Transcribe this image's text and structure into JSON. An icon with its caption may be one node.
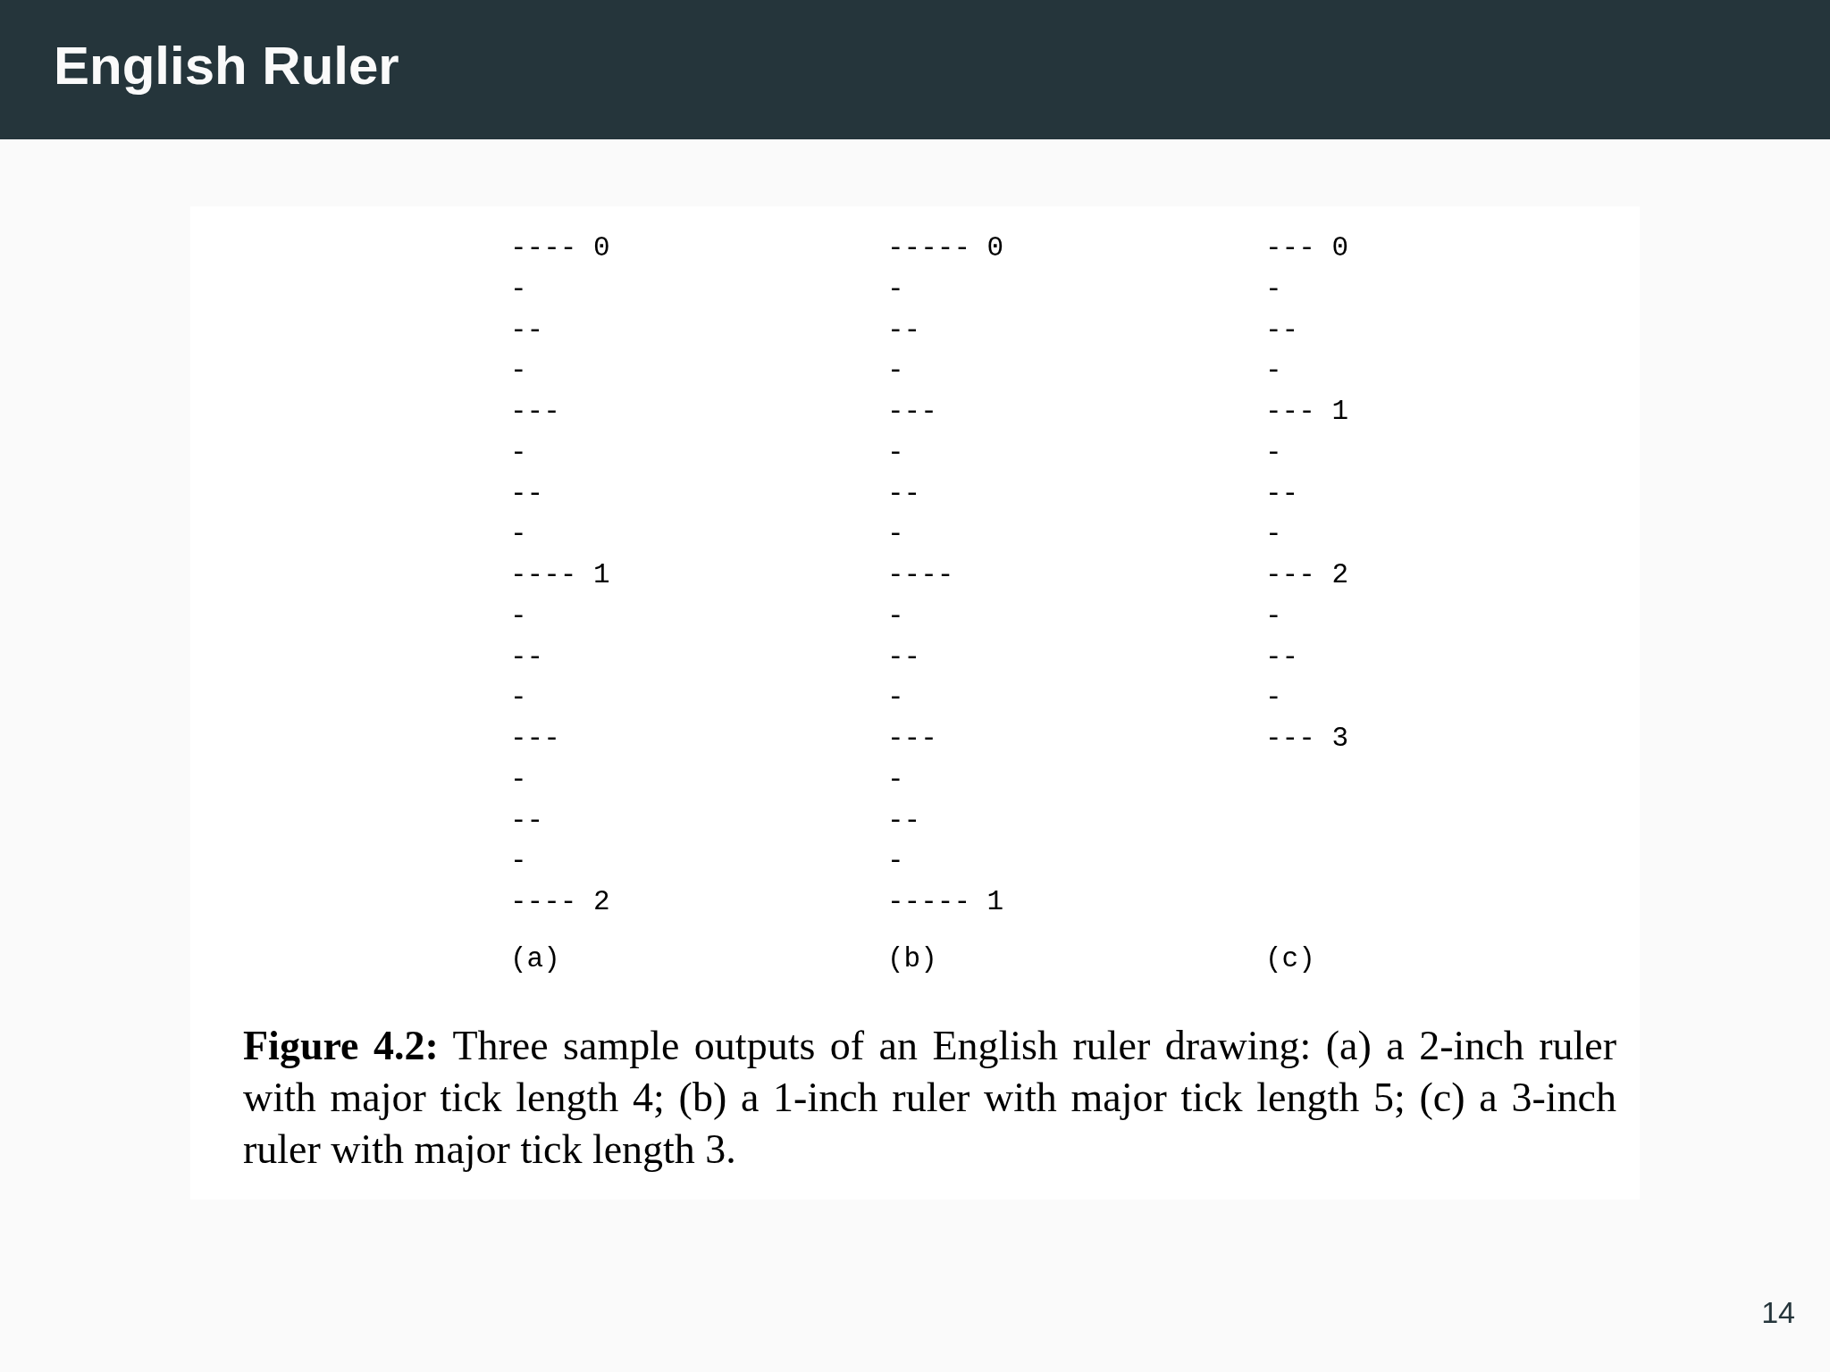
{
  "diagram": {
    "title": "English Ruler",
    "caption": "**Figure 4.2:** Three sample outputs of an English ruler drawing: (a) a 2-inch ruler with major tick length 4; (b) a 1-inch ruler with major tick length 5; (c) a 3-inch ruler with major tick length 3.",
    "labels": [
      "---- 0",
      "-",
      "--",
      "-",
      "---",
      "-",
      "--",
      "-",
      "---- 1",
      "-",
      "--",
      "-",
      "---",
      "-",
      "--",
      "-",
      "---- 2",
      "(a)",
      "----- 0",
      "-",
      "--",
      "-",
      "---",
      "-",
      "--",
      "-",
      "----",
      "-",
      "--",
      "-",
      "---",
      "-",
      "--",
      "-",
      "----- 1",
      "(b)",
      "--- 0",
      "-",
      "--",
      "-",
      "--- 1",
      "-",
      "--",
      "-",
      "--- 2",
      "-",
      "--",
      "-",
      "--- 3",
      "(c)",
      "14"
    ]
  }
}
